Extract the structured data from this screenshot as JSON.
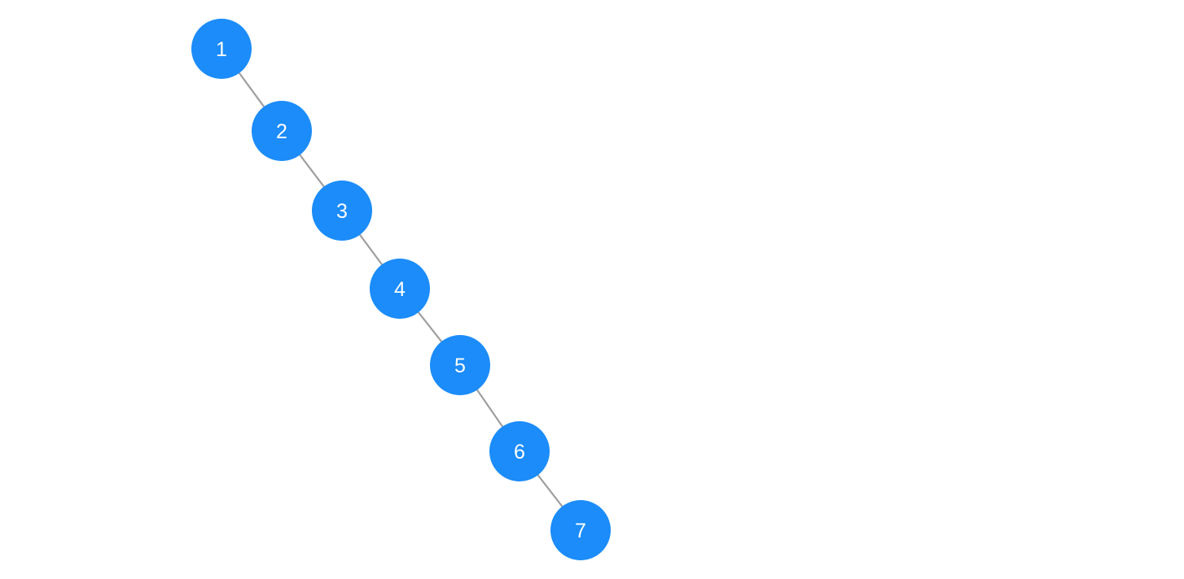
{
  "diagram": {
    "nodes": [
      {
        "id": "1",
        "label": "1"
      },
      {
        "id": "2",
        "label": "2"
      },
      {
        "id": "3",
        "label": "3"
      },
      {
        "id": "4",
        "label": "4"
      },
      {
        "id": "5",
        "label": "5"
      },
      {
        "id": "6",
        "label": "6"
      },
      {
        "id": "7",
        "label": "7"
      }
    ],
    "edges": [
      {
        "from": "1",
        "to": "2"
      },
      {
        "from": "2",
        "to": "3"
      },
      {
        "from": "3",
        "to": "4"
      },
      {
        "from": "4",
        "to": "5"
      },
      {
        "from": "5",
        "to": "6"
      },
      {
        "from": "6",
        "to": "7"
      }
    ],
    "node_color": "#1b8cf9",
    "edge_color": "#9e9e9e",
    "label_color": "#ffffff"
  }
}
